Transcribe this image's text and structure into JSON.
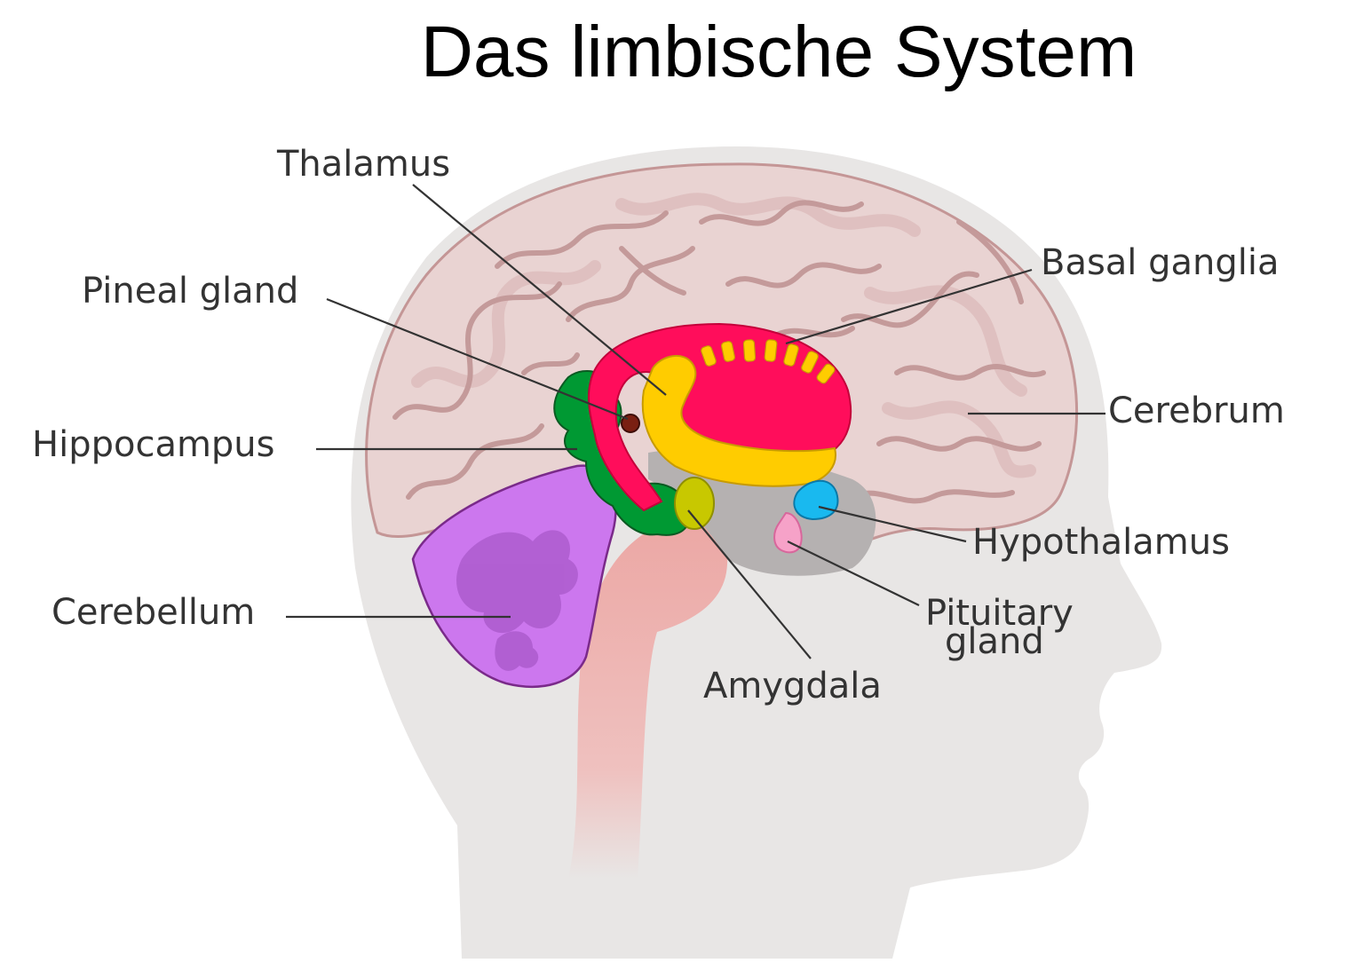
{
  "title": "Das limbische System",
  "labels": {
    "thalamus": "Thalamus",
    "pineal_gland": "Pineal gland",
    "hippocampus": "Hippocampus",
    "cerebellum": "Cerebellum",
    "basal_ganglia": "Basal ganglia",
    "cerebrum": "Cerebrum",
    "hypothalamus": "Hypothalamus",
    "pituitary_line1": "Pituitary",
    "pituitary_line2": "gland",
    "amygdala": "Amygdala"
  },
  "colors": {
    "head": "#e8e6e5",
    "cerebrum": "#e9d3d2",
    "cerebrum_outline": "#c49696",
    "limbic_red": "#ff0d5b",
    "yellow": "#ffcc00",
    "green": "#009933",
    "amygdala": "#c8c800",
    "hypothalamus": "#19b9ef",
    "pituitary": "#f6a2c8",
    "pineal": "#7a1f12",
    "cerebellum": "#cc77ee",
    "brainstem": "#eca7a4",
    "grey_region": "#b5b1b1"
  }
}
